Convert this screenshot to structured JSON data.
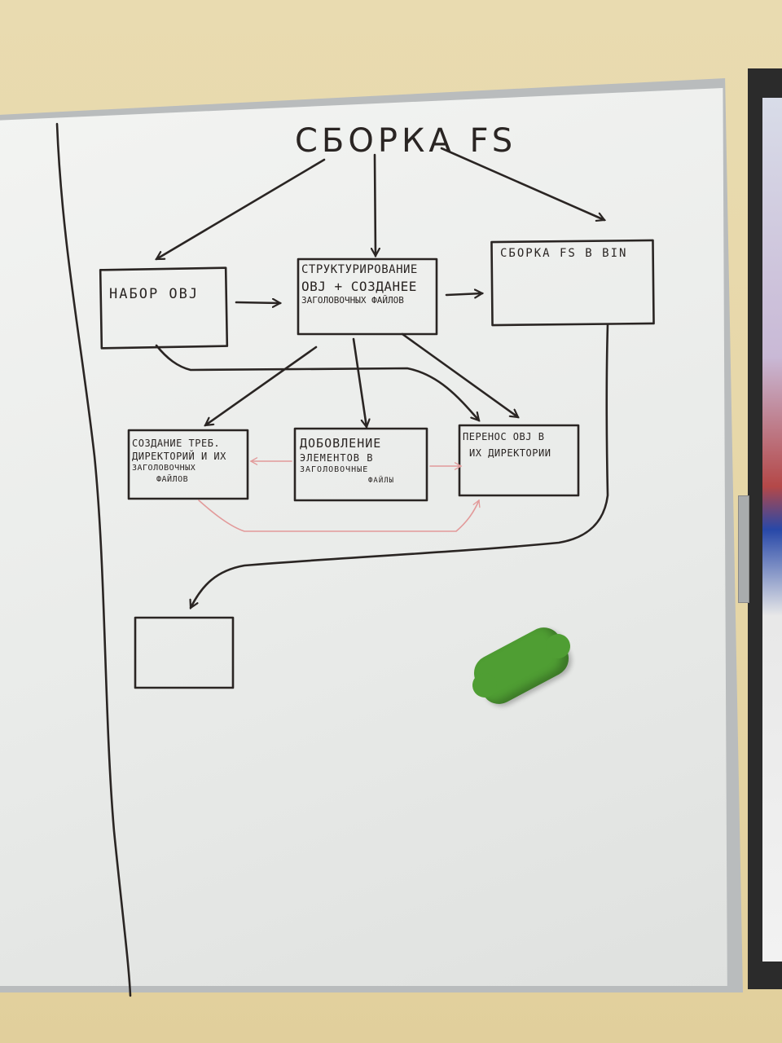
{
  "diagram": {
    "title": "СБОРКА FS",
    "nodes": {
      "nabor": "НАБОР OBJ",
      "struct_line1": "СТРУКТУРИРОВАНИЕ",
      "struct_line2": "OBJ + СОЗДАНЕЕ",
      "struct_line3": "ЗАГОЛОВОЧНЫХ ФАЙЛОВ",
      "sborka_bin": "СБОРКА FS В BIN",
      "sozdanie_line1": "СОЗДАНИЕ ТРЕБ.",
      "sozdanie_line2": "ДИРЕКТОРИЙ И ИХ",
      "sozdanie_line3": "ЗАГОЛОВОЧНЫХ",
      "sozdanie_line4": "ФАЙЛОВ",
      "dobavlenie_line1": "ДОБОВЛЕНИЕ",
      "dobavlenie_line2": "ЭЛЕМЕНТОВ В",
      "dobavlenie_line3": "ЗАГОЛОВОЧНЫЕ",
      "dobavlenie_line4": "ФАЙЛЫ",
      "perenos_line1": "ПЕРЕНОС OBJ В",
      "perenos_line2": "ИХ ДИРЕКТОРИИ",
      "empty": ""
    },
    "colors": {
      "ink": "#2a2523",
      "red_ink": "#e29a9a",
      "eraser": "#4f9e33"
    }
  }
}
